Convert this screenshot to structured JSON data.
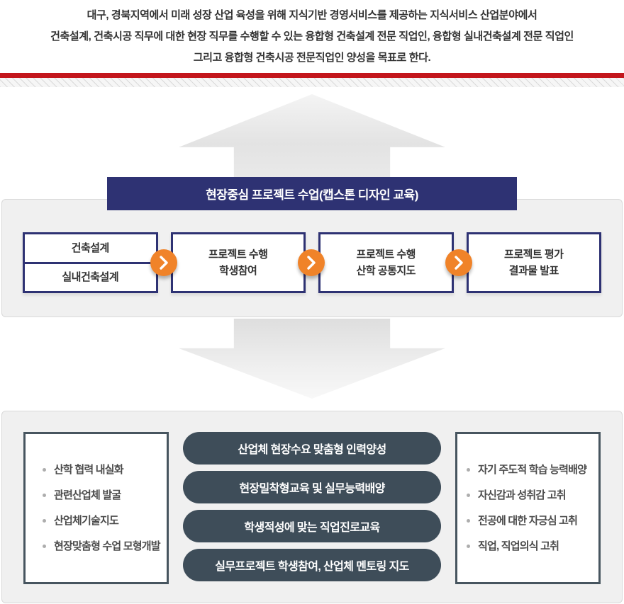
{
  "intro": {
    "line1": "대구, 경북지역에서 미래 성장 산업 육성을 위해 지식기반 경영서비스를 제공하는 지식서비스 산업분야에서",
    "line2": "건축설계, 건축시공 직무에 대한 현장 직무를 수행할 수 있는 융합형 건축설계 전문 직업인, 융합형 실내건축설계 전문 직업인",
    "line3": "그리고 융합형 건축시공 전문직업인 양성을 목표로 한다."
  },
  "capstone": {
    "title": "현장중심 프로젝트 수업(캡스톤 디자인 교육)",
    "sources": [
      "건축설계",
      "실내건축설계"
    ],
    "steps": [
      {
        "line1": "프로젝트 수행",
        "line2": "학생참여"
      },
      {
        "line1": "프로젝트 수행",
        "line2": "산학 공통지도"
      },
      {
        "line1": "프로젝트 평가",
        "line2": "결과물 발표"
      }
    ]
  },
  "outcomes": {
    "industry": [
      "산학 협력 내실화",
      "관련산업체 발굴",
      "산업체기술지도",
      "현장맞춤형 수업 모형개발"
    ],
    "pills": [
      "산업체 현장수요 맞춤형 인력양성",
      "현장밀착형교육 및 실무능력배양",
      "학생적성에 맞는 직업진로교육",
      "실무프로젝트 학생참여, 산업체 멘토링 지도"
    ],
    "student": [
      "자기 주도적 학습 능력배양",
      "자신감과 성취감 고취",
      "전공에 대한 자긍심 고취",
      "직업, 직업의식 고취"
    ]
  },
  "colors": {
    "navy": "#2e3273",
    "orange": "#f08329",
    "slate": "#3e4d59",
    "red": "#c3161c",
    "panel_gray": "#f0f0f0"
  }
}
